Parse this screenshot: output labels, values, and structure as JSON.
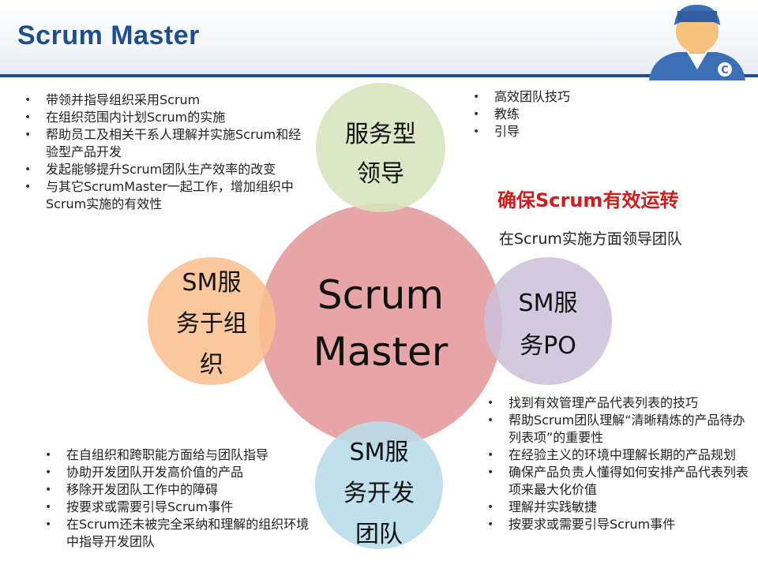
{
  "title": "Scrum Master",
  "logo_icon": "scrum-master-avatar-icon",
  "circles": {
    "center_line1": "Scrum",
    "center_line2": "Master",
    "top_line1": "服务型",
    "top_line2": "领导",
    "left_line1": "SM服",
    "left_line2": "务于组",
    "left_line3": "织",
    "right_line1": "SM服",
    "right_line2": "务PO",
    "bottom_line1": "SM服",
    "bottom_line2": "务开发",
    "bottom_line3": "团队"
  },
  "colors": {
    "center": "#e8a5a7",
    "top": "#d7e4bd",
    "left": "#fac090",
    "right": "#ccc1da",
    "bottom": "#b7dde8",
    "title": "#1f4e8c",
    "slogan": "#d01c1c"
  },
  "top_left_bullets": [
    "带领并指导组织采用Scrum",
    "在组织范围内计划Scrum的实施",
    "帮助员工及相关干系人理解并实施Scrum和经验型产品开发",
    "发起能够提升Scrum团队生产效率的改变",
    "与其它ScrumMaster一起工作，增加组织中Scrum实施的有效性"
  ],
  "top_right_bullets": [
    "高效团队技巧",
    "教练",
    "引导"
  ],
  "slogan": "确保Scrum有效运转",
  "sub_slogan": "在Scrum实施方面领导团队",
  "bottom_right_bullets": [
    "找到有效管理产品代表列表的技巧",
    "帮助Scrum团队理解“清晰精炼的产品待办列表项”的重要性",
    "在经验主义的环境中理解长期的产品规划",
    "确保产品负责人懂得如何安排产品代表列表项来最大化价值",
    "理解并实践敏捷",
    "按要求或需要引导Scrum事件"
  ],
  "bottom_left_bullets": [
    "在自组织和跨职能方面给与团队指导",
    "协助开发团队开发高价值的产品",
    "移除开发团队工作中的障碍",
    "按要求或需要引导Scrum事件",
    "在Scrum还未被完全采纳和理解的组织环境中指导开发团队"
  ]
}
